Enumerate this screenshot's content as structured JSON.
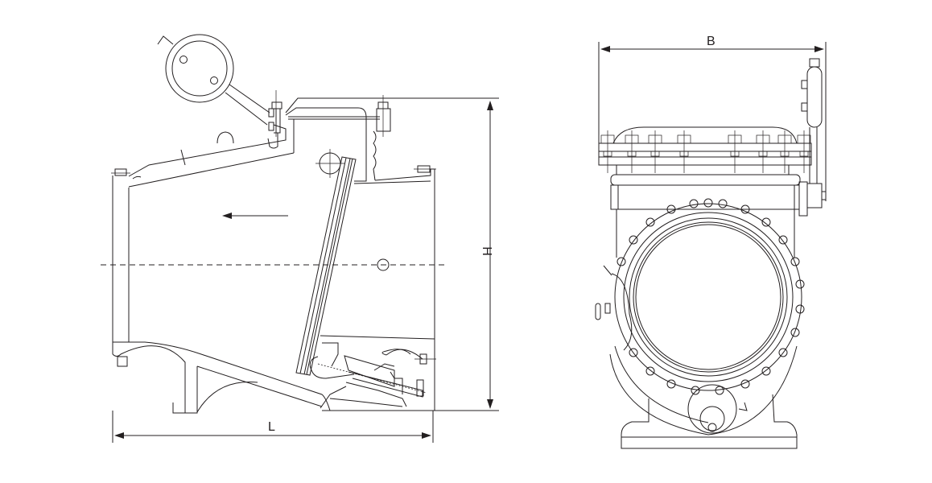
{
  "drawing": {
    "subject": "check valve",
    "views": [
      {
        "name": "side-section-view"
      },
      {
        "name": "front-view"
      }
    ],
    "dimensions": {
      "length_label": "L",
      "height_label": "H",
      "width_label": "B"
    },
    "line_color": "#231f20",
    "background": "#ffffff"
  }
}
